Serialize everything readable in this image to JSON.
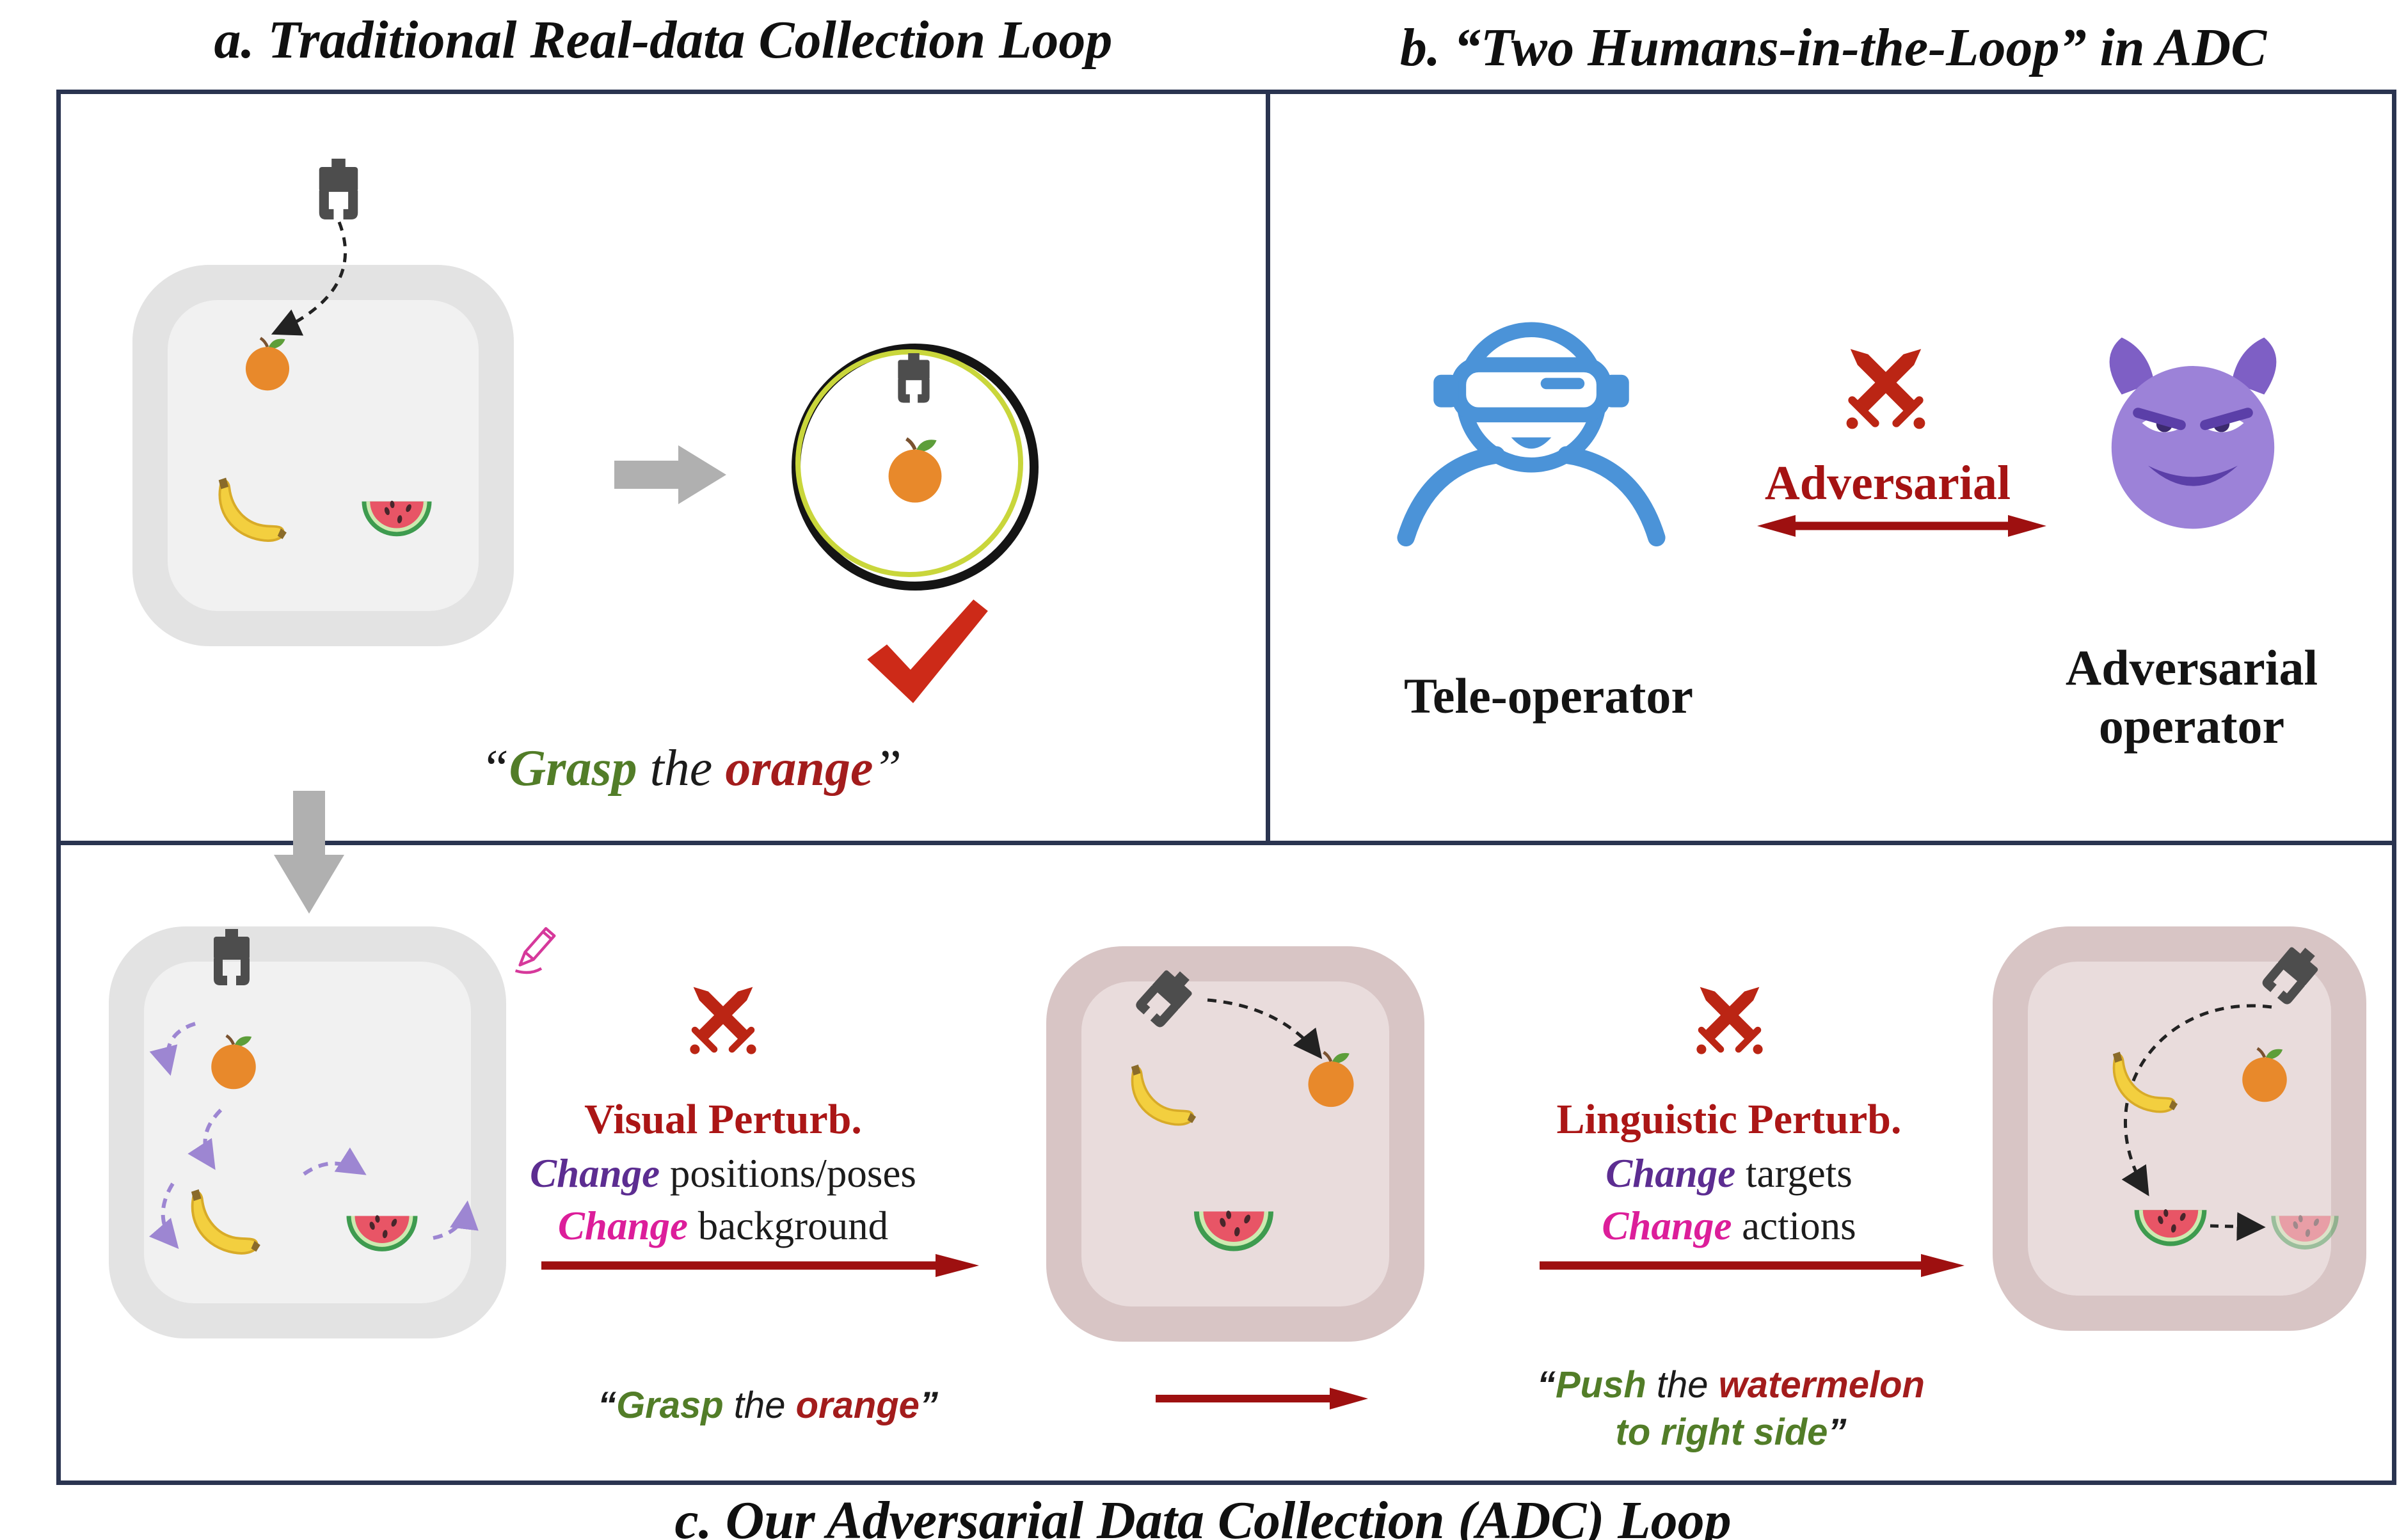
{
  "titles": {
    "a": "a. Traditional Real-data Collection Loop",
    "b": "b. “Two Humans-in-the-Loop” in ADC",
    "c": "c. Our Adversarial Data Collection (ADC) Loop"
  },
  "panel_a": {
    "caption": {
      "open": "“",
      "verb": "Grasp",
      "mid": " the ",
      "object": "orange",
      "close": "”"
    }
  },
  "panel_b": {
    "adversarial": "Adversarial",
    "teleoperator": "Tele-operator",
    "adversary_line1": "Adversarial",
    "adversary_line2": "operator"
  },
  "panel_c": {
    "visual": {
      "heading": "Visual Perturb.",
      "line1_change": "Change",
      "line1_rest": " positions/poses",
      "line2_change": "Change",
      "line2_rest": " background"
    },
    "linguistic": {
      "heading": "Linguistic Perturb.",
      "line1_change": "Change",
      "line1_rest": " targets",
      "line2_change": "Change",
      "line2_rest": " actions"
    },
    "grasp_caption": {
      "open": "“",
      "verb": "Grasp",
      "mid": " the ",
      "object": "orange",
      "close": "”"
    },
    "push_caption": {
      "open": "“",
      "verb": "Push",
      "mid": " the ",
      "object": "watermelon",
      "line2": "to right side",
      "close": "”"
    }
  },
  "colors": {
    "panel_border": "#2a3450",
    "arrow_red": "#9e1010",
    "sword_red": "#bb2514",
    "check_red": "#cd2a18",
    "verb_green": "#527d28",
    "object_dark_red": "#a31c1c",
    "heading_red": "#ab1616",
    "change_purple": "#5c2d91",
    "change_magenta": "#dc1e9a",
    "teleoperator_blue": "#4b93d8",
    "devil_purple": "#9c82d8",
    "gray_arrow": "#b0b0b0"
  },
  "icons": {
    "gripper-icon": "robot gripper claw",
    "orange-icon": "orange fruit",
    "banana-icon": "banana",
    "watermelon-icon": "watermelon slice",
    "target-success-icon": "concentric circles with gripper grasping orange",
    "checkmark-icon": "red check mark",
    "vr-teleoperator-icon": "person wearing VR headset",
    "crossed-swords-icon": "crossed red swords",
    "devil-icon": "purple smiling devil face",
    "pencil-edit-icon": "pink pencil scribble"
  }
}
